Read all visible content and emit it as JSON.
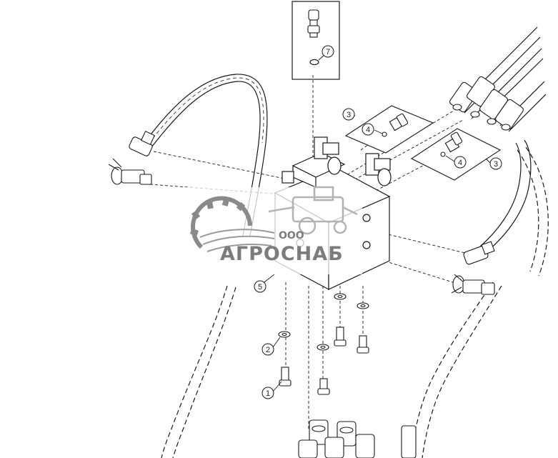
{
  "callouts": [
    {
      "id": "1",
      "label": "1"
    },
    {
      "id": "2",
      "label": "2"
    },
    {
      "id": "3a",
      "label": "3"
    },
    {
      "id": "3b",
      "label": "3"
    },
    {
      "id": "4a",
      "label": "4"
    },
    {
      "id": "4b",
      "label": "4"
    },
    {
      "id": "5",
      "label": "5"
    },
    {
      "id": "7",
      "label": "7"
    }
  ],
  "watermark": {
    "company_prefix": "ООО",
    "company_name": "АГРОСНАБ",
    "colors": {
      "gear": "#8a8a8a",
      "text": "#7c7c7c",
      "tractor": "#b3b3b3"
    }
  },
  "line_color": "#1a1a1a"
}
